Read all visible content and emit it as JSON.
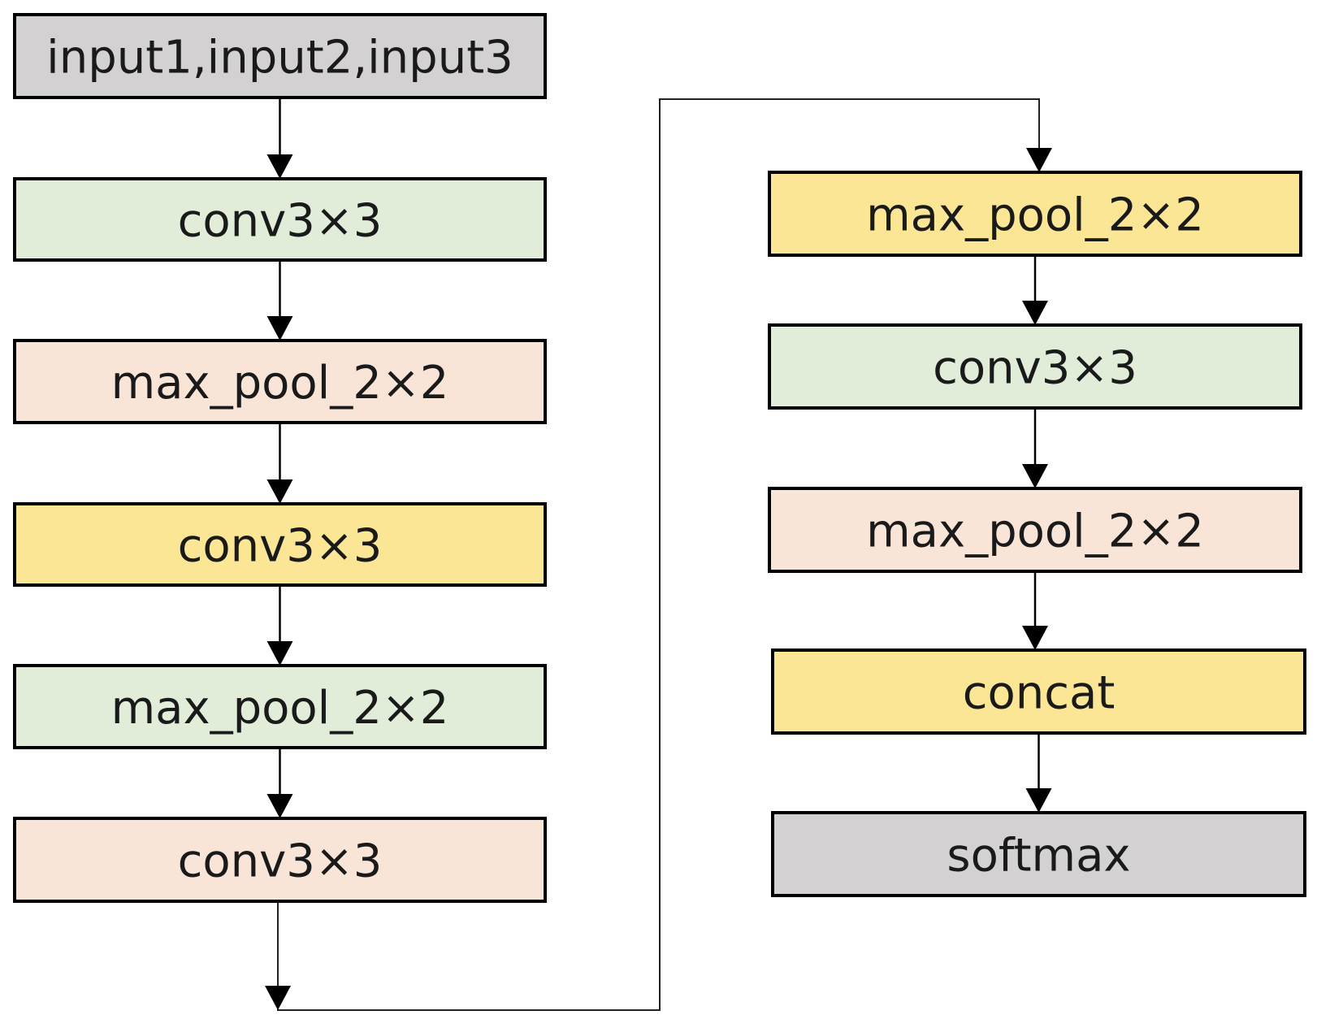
{
  "colors": {
    "gray": "#d3d1d2",
    "green": "#e1edd8",
    "peach": "#f9e4d8",
    "yellow": "#fbe695",
    "border": "#000000"
  },
  "nodes": [
    {
      "id": "input",
      "label": "input1,input2,input3",
      "color": "gray"
    },
    {
      "id": "left-conv-1",
      "label": "conv3×3",
      "color": "green"
    },
    {
      "id": "left-pool-1",
      "label": "max_pool_2×2",
      "color": "peach"
    },
    {
      "id": "left-conv-2",
      "label": "conv3×3",
      "color": "yellow"
    },
    {
      "id": "left-pool-2",
      "label": "max_pool_2×2",
      "color": "green"
    },
    {
      "id": "left-conv-3",
      "label": "conv3×3",
      "color": "peach"
    },
    {
      "id": "right-pool-1",
      "label": "max_pool_2×2",
      "color": "yellow"
    },
    {
      "id": "right-conv-1",
      "label": "conv3×3",
      "color": "green"
    },
    {
      "id": "right-pool-2",
      "label": "max_pool_2×2",
      "color": "peach"
    },
    {
      "id": "concat",
      "label": "concat",
      "color": "yellow"
    },
    {
      "id": "softmax",
      "label": "softmax",
      "color": "gray"
    }
  ],
  "edges": [
    {
      "from": "input",
      "to": "left-conv-1"
    },
    {
      "from": "left-conv-1",
      "to": "left-pool-1"
    },
    {
      "from": "left-pool-1",
      "to": "left-conv-2"
    },
    {
      "from": "left-conv-2",
      "to": "left-pool-2"
    },
    {
      "from": "left-pool-2",
      "to": "left-conv-3"
    },
    {
      "from": "left-conv-3",
      "to": "right-pool-1"
    },
    {
      "from": "right-pool-1",
      "to": "right-conv-1"
    },
    {
      "from": "right-conv-1",
      "to": "right-pool-2"
    },
    {
      "from": "right-pool-2",
      "to": "concat"
    },
    {
      "from": "concat",
      "to": "softmax"
    }
  ]
}
